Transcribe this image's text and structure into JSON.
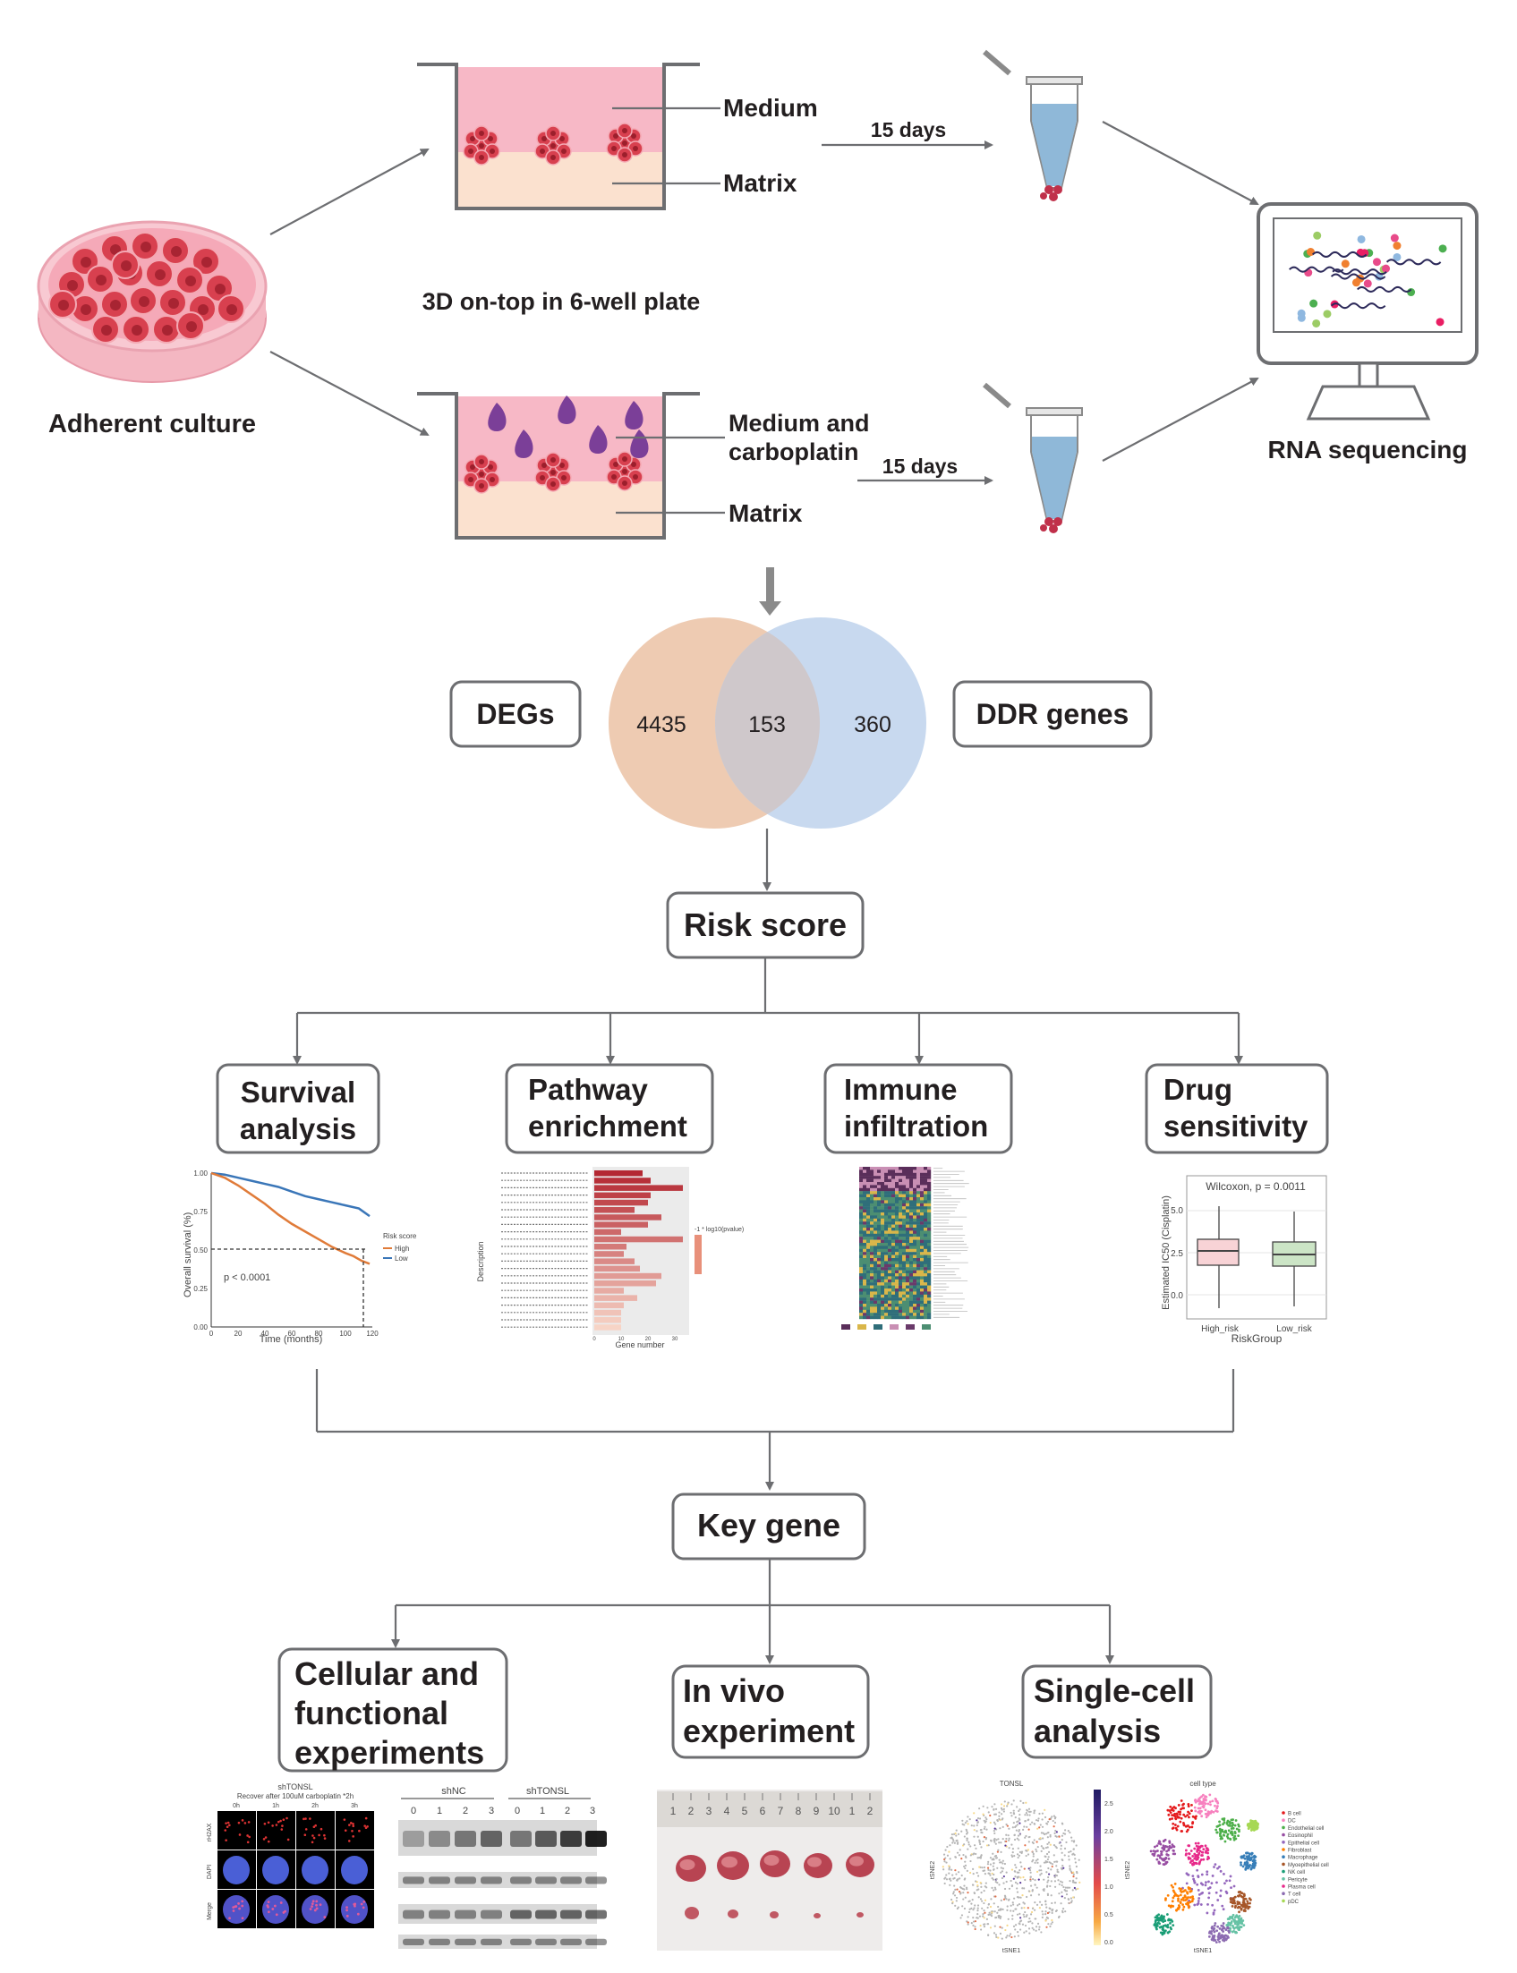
{
  "culture": {
    "adherent_label": "Adherent culture",
    "plate_label": "3D on-top in 6-well plate",
    "top_medium": "Medium",
    "top_matrix": "Matrix",
    "bottom_medium_line1": "Medium and",
    "bottom_medium_line2": "carboplatin",
    "bottom_matrix": "Matrix",
    "top_duration": "15 days",
    "bottom_duration": "15 days",
    "rna_label": "RNA sequencing"
  },
  "venn": {
    "left_label": "DEGs",
    "right_label": "DDR genes",
    "left_only": "4435",
    "overlap": "153",
    "right_only": "360",
    "left_color": "#eecbb2",
    "right_color": "#c8d9ef",
    "overlap_color": "#cfc8cb"
  },
  "risk_score": "Risk score",
  "analyses": {
    "survival": {
      "line1": "Survival",
      "line2": "analysis"
    },
    "pathway": {
      "line1": "Pathway",
      "line2": "enrichment"
    },
    "immune": {
      "line1": "Immune",
      "line2": "infiltration"
    },
    "drug": {
      "line1": "Drug",
      "line2": "sensitivity"
    }
  },
  "survival_plot": {
    "ylabel": "Overall survival (%)",
    "xlabel": "Time (months)",
    "yticks": [
      "1.00",
      "0.75",
      "0.50",
      "0.25",
      "0.00"
    ],
    "xticks": [
      "0",
      "20",
      "40",
      "60",
      "80",
      "100",
      "120"
    ],
    "pvalue": "p < 0.0001",
    "legend_title": "Risk score",
    "legend_high": "High",
    "legend_low": "Low",
    "high_color": "#e07b39",
    "low_color": "#3a76b8"
  },
  "pathway_plot": {
    "ylabel": "Description",
    "xlabel": "Gene number",
    "xticks": [
      "0",
      "10",
      "20",
      "30"
    ],
    "legend_title": "-1 * log10(pvalue)",
    "bar_color_high": "#b2182b",
    "bar_color_low": "#fbe3d6"
  },
  "drug_plot": {
    "title": "Wilcoxon, p = 0.0011",
    "ylabel": "Estimated IC50 (Cisplatin)",
    "xlabel": "RiskGroup",
    "yticks": [
      "5.0",
      "2.5",
      "0.0"
    ],
    "categories": [
      "High_risk",
      "Low_risk"
    ],
    "high_color": "#f8d3d6",
    "low_color": "#cce5c6"
  },
  "key_gene": "Key gene",
  "experiments": {
    "cellular": {
      "line1": "Cellular and",
      "line2": "functional",
      "line3": "experiments"
    },
    "invivo": {
      "line1": "In vivo",
      "line2": "experiment"
    },
    "singlecell": {
      "line1": "Single-cell",
      "line2": "analysis"
    }
  },
  "if_panel": {
    "title": "shTONSL",
    "subtitle": "Recover after 100uM carboplatin *2h",
    "cols": [
      "0h",
      "1h",
      "2h",
      "3h"
    ],
    "rows": [
      "rH2AX",
      "DAPI",
      "Merge"
    ]
  },
  "wb_panel": {
    "group1": "shNC",
    "group2": "shTONSL",
    "lanes1": [
      "0",
      "1",
      "2",
      "3"
    ],
    "lanes2": [
      "0",
      "1",
      "2",
      "3"
    ]
  },
  "tsne1": {
    "title": "TONSL",
    "xlabel": "tSNE1",
    "ylabel": "tSNE2",
    "scale": [
      "2.5",
      "2.0",
      "1.5",
      "1.0",
      "0.5",
      "0.0"
    ]
  },
  "tsne2": {
    "title": "cell type",
    "xlabel": "tSNE1",
    "ylabel": "tSNE2",
    "legend": [
      "B cell",
      "DC",
      "Endothelial cell",
      "Eosinophil",
      "Epithelial cell",
      "Fibroblast",
      "Macrophage",
      "Myoepithelial cell",
      "NK cell",
      "Pericyte",
      "Plasma cell",
      "T cell",
      "pDC"
    ],
    "colors": [
      "#e41a1c",
      "#f781bf",
      "#4daf4a",
      "#984ea3",
      "#9467bd",
      "#ff7f00",
      "#377eb8",
      "#a65628",
      "#1b9e77",
      "#66c2a5",
      "#e7298a",
      "#8c6bb1",
      "#a6d854"
    ]
  },
  "ruler_numbers": [
    "1",
    "2",
    "3",
    "4",
    "5",
    "6",
    "7",
    "8",
    "9",
    "10",
    "1",
    "2"
  ]
}
